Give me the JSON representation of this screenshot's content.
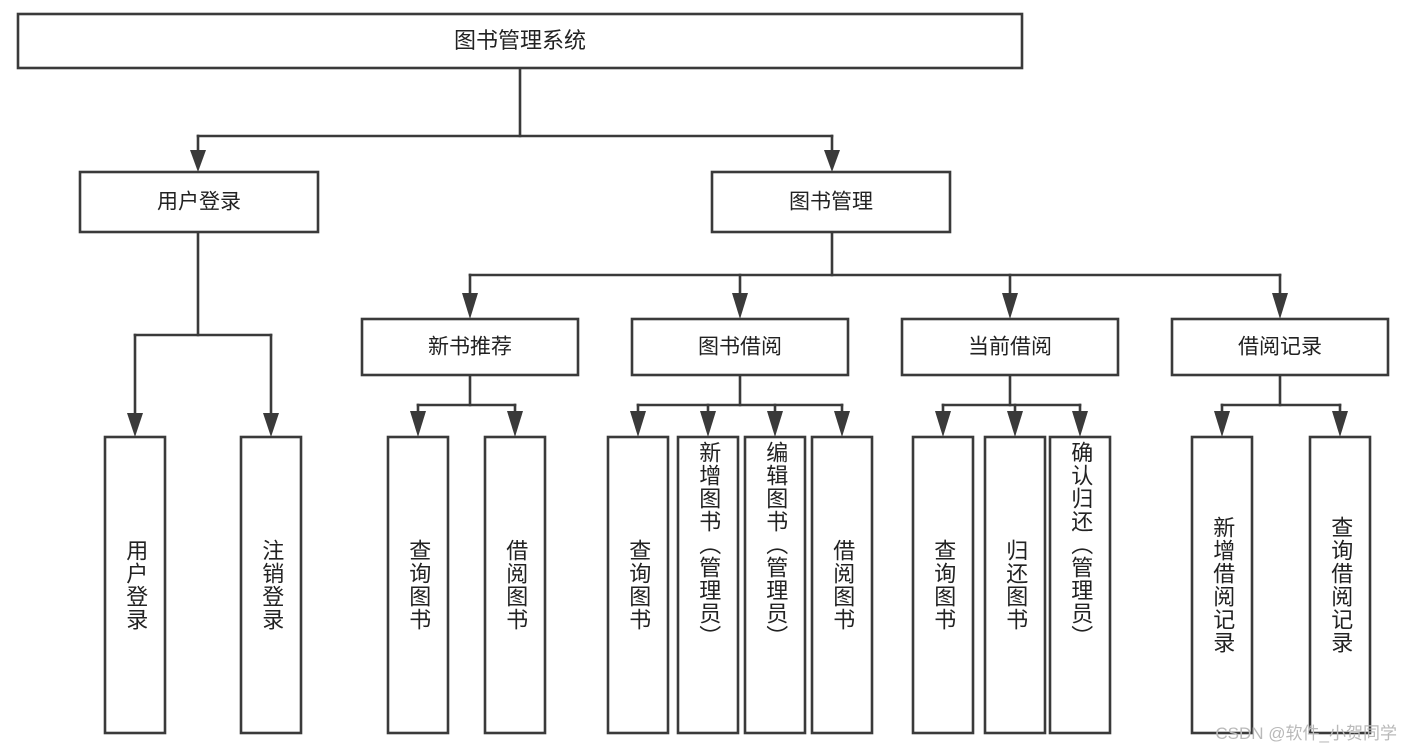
{
  "diagram": {
    "type": "hierarchy-tree",
    "title": "图书管理系统",
    "watermark": "CSDN @软件_小贺同学",
    "colors": {
      "stroke": "#3a3a3a",
      "fill": "#ffffff",
      "text": "#222222",
      "watermark": "#b9b9b9"
    },
    "levels": {
      "root": {
        "label": "图书管理系统"
      },
      "level2": [
        {
          "label": "用户登录"
        },
        {
          "label": "图书管理"
        }
      ],
      "level3": [
        {
          "label": "新书推荐"
        },
        {
          "label": "图书借阅"
        },
        {
          "label": "当前借阅"
        },
        {
          "label": "借阅记录"
        }
      ],
      "leaves": [
        {
          "label": "用户登录",
          "parent": "用户登录"
        },
        {
          "label": "注销登录",
          "parent": "用户登录"
        },
        {
          "label": "查询图书",
          "parent": "新书推荐"
        },
        {
          "label": "借阅图书",
          "parent": "新书推荐"
        },
        {
          "label": "查询图书",
          "parent": "图书借阅"
        },
        {
          "label": "新增图书（管理员）",
          "parent": "图书借阅"
        },
        {
          "label": "编辑图书（管理员）",
          "parent": "图书借阅"
        },
        {
          "label": "借阅图书",
          "parent": "图书借阅"
        },
        {
          "label": "查询图书",
          "parent": "当前借阅"
        },
        {
          "label": "归还图书",
          "parent": "当前借阅"
        },
        {
          "label": "确认归还（管理员）",
          "parent": "当前借阅"
        },
        {
          "label": "新增借阅记录",
          "parent": "借阅记录"
        },
        {
          "label": "查询借阅记录",
          "parent": "借阅记录"
        }
      ]
    }
  }
}
